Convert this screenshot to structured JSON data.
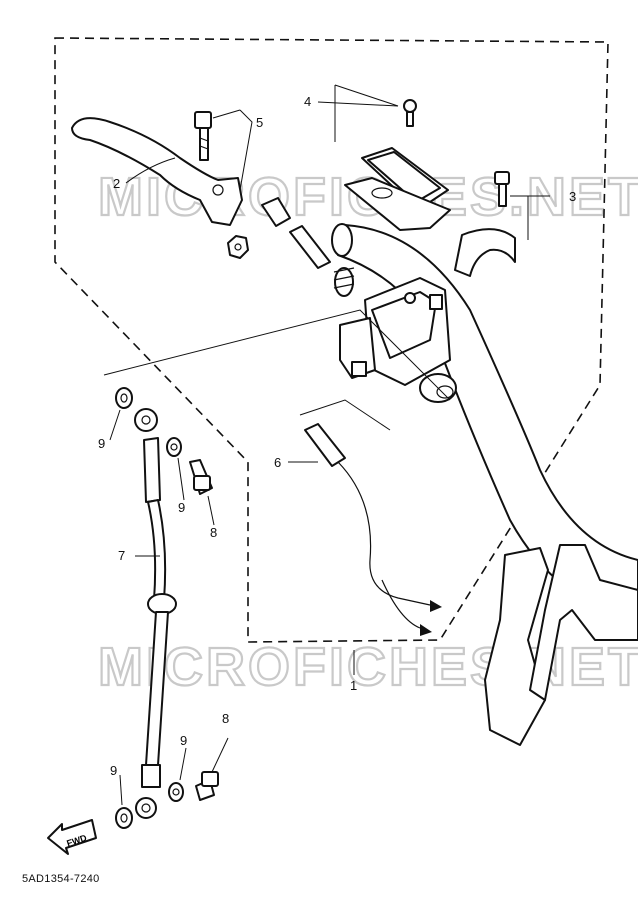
{
  "diagram": {
    "watermarks": [
      "MICROFICHES.NET",
      "MICROFICHES.NET"
    ],
    "callouts": {
      "c1": "1",
      "c2": "2",
      "c3": "3",
      "c4": "4",
      "c5": "5",
      "c6": "6",
      "c7": "7",
      "c8a": "8",
      "c8b": "8",
      "c9a": "9",
      "c9b": "9",
      "c9c": "9",
      "c9d": "9"
    },
    "fwd_label": "FWD",
    "drawing_code": "5AD1354-7240"
  }
}
